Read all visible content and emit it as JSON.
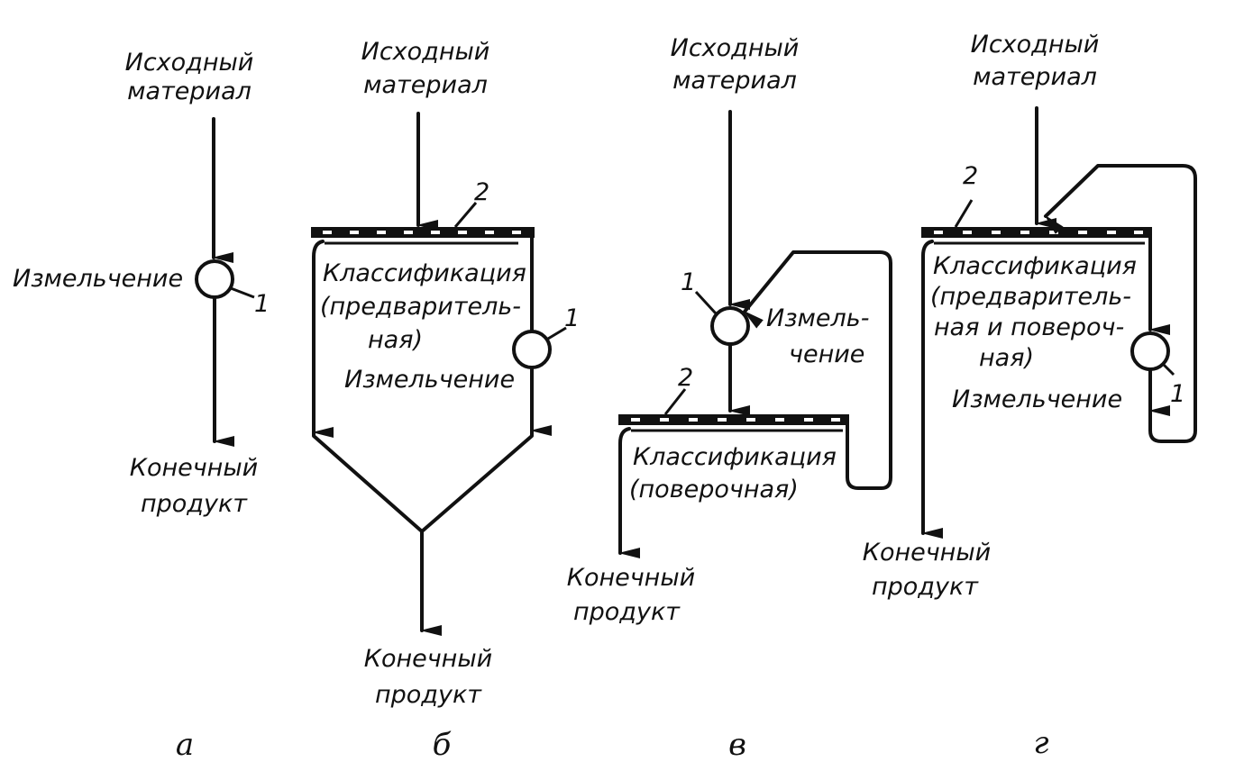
{
  "labels": {
    "source_line1": "Исходный",
    "source_line2": "материал",
    "final_line1": "Конечный",
    "final_line2": "продукт",
    "grinding": "Измельчение",
    "grinding_part1": "Измель-",
    "grinding_part2": "чение",
    "classification": "Классификация",
    "preliminary_line1": "(предваритель-",
    "preliminary_line2": "ная)",
    "control": "(поверочная)",
    "combined_line1": "(предваритель-",
    "combined_line2": "ная и повероч-",
    "combined_line3": "ная)",
    "mill_number": "1",
    "screen_number": "2"
  },
  "captions": {
    "a": "а",
    "b": "б",
    "v": "в",
    "g": "г"
  },
  "colors": {
    "ink": "#111111",
    "paper": "#ffffff"
  }
}
